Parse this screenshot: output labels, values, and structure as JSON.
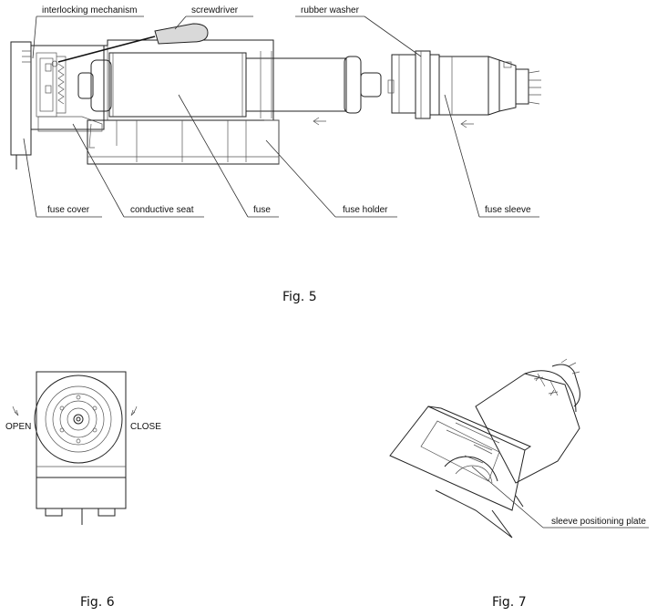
{
  "fig5": {
    "caption": "Fig. 5",
    "labels": {
      "interlocking_mechanism": "interlocking mechanism",
      "screwdriver": "screwdriver",
      "rubber_washer": "rubber washer",
      "fuse_cover": "fuse cover",
      "conductive_seat": "conductive seat",
      "fuse": "fuse",
      "fuse_holder": "fuse  holder",
      "fuse_sleeve": "fuse sleeve"
    }
  },
  "fig6": {
    "caption": "Fig. 6",
    "open_label": "OPEN",
    "close_label": "CLOSE"
  },
  "fig7": {
    "caption": "Fig. 7",
    "labels": {
      "sleeve_positioning_plate": "sleeve positioning plate"
    }
  }
}
